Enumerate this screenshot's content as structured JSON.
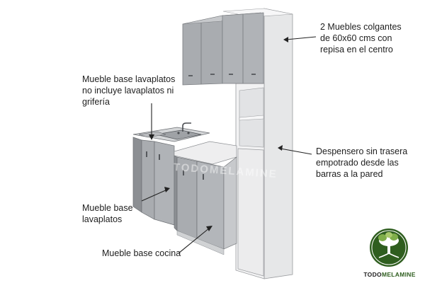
{
  "callouts": {
    "wall_cabinets": [
      "2 Muebles colgantes",
      "de 60x60 cms con",
      "repisa en el centro"
    ],
    "sink_note": [
      "Mueble base lavaplatos",
      "no incluye lavaplatos ni",
      "grifería"
    ],
    "pantry": [
      "Despensero sin trasera",
      "empotrado desde las",
      "barras a la pared"
    ],
    "sink_base": [
      "Mueble base",
      "lavaplatos"
    ],
    "kitchen_base": [
      "Mueble base cocina"
    ]
  },
  "watermark": "TODOMELAMINE",
  "logo": {
    "part1": "TODO",
    "part2": "MELAMINE"
  },
  "colors": {
    "cabinet_front": "#a9acb0",
    "cabinet_dark": "#8c8f93",
    "cabinet_light": "#c7c9cc",
    "white_panel": "#f0f0f1",
    "white_side": "#d9dadc",
    "logo_green": "#2f5e1f"
  }
}
